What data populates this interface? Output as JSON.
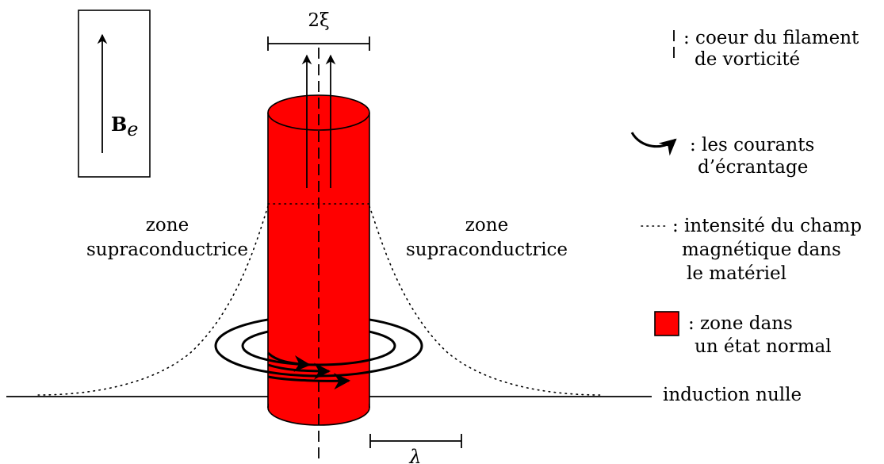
{
  "colors": {
    "normal_zone": "#ff0000",
    "ink": "#000000"
  },
  "field_box": {
    "vector": "B",
    "subscript": "e"
  },
  "width_label": "2ξ",
  "lambda_label": "λ",
  "zone_left": {
    "line1": "zone",
    "line2": "supraconductrice"
  },
  "zone_right": {
    "line1": "zone",
    "line2": "supraconductrice"
  },
  "induction_label": "induction nulle",
  "legend": {
    "core": {
      "line1": ": coeur du filament",
      "line2": "de vorticité"
    },
    "currents": {
      "line1": ": les courants",
      "line2": "d’écrantage"
    },
    "field": {
      "line1": ": intensité du champ",
      "line2": "magnétique dans",
      "line3": "le matériel"
    },
    "normal": {
      "line1": ": zone dans",
      "line2": "un état normal"
    }
  }
}
